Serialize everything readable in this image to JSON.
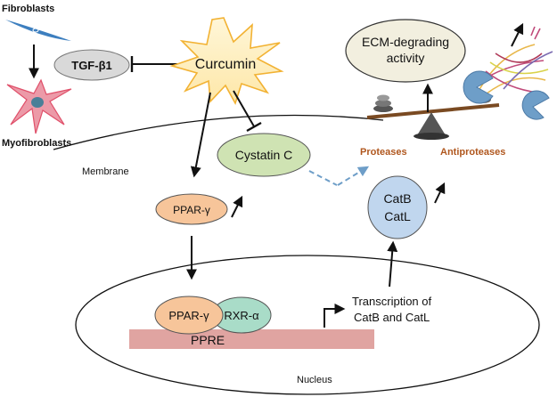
{
  "labels": {
    "fibroblasts": "Fibroblasts",
    "fibroblast_nucleus": "o",
    "tgf_beta1": "TGF-β1",
    "myofibroblasts": "Myofibroblasts",
    "curcumin": "Curcumin",
    "cystatin_c": "Cystatin C",
    "membrane": "Membrane",
    "ppar_gamma": "PPAR-γ",
    "ppar_gamma_nucleus": "PPAR-γ",
    "rxr_alpha": "RXR-α",
    "ppre": "PPRE",
    "nucleus": "Nucleus",
    "catb": "CatB",
    "catl": "CatL",
    "transcription_line1": "Transcription of",
    "transcription_line2": "CatB and CatL",
    "ecm_line1": "ECM-degrading",
    "ecm_line2": "activity",
    "proteases": "Proteases",
    "antiproteases": "Antiproteases"
  },
  "colors": {
    "cystatin_fill": "#cfe3b3",
    "ppar_fill": "#f7c59a",
    "rxr_fill": "#a9dcc8",
    "cat_fill": "#c0d6ee",
    "ppre_fill": "#e0a4a1",
    "ecm_fill": "#f2efdf",
    "tgf_fill": "#d9d9d9",
    "curcumin_star": "#f2b233",
    "balance_label": "#b0571e",
    "dashed_arrow": "#6e9ec8",
    "fibroblast": "#3d7fbf",
    "myofibroblast": "#e0506a",
    "pacman": "#6e9ec8"
  },
  "icons": [
    "fibroblast-cell-icon",
    "myofibroblast-cell-icon",
    "curcumin-burst-icon",
    "balance-scale-icon",
    "pacman-protease-icon",
    "ecm-fiber-icon"
  ]
}
